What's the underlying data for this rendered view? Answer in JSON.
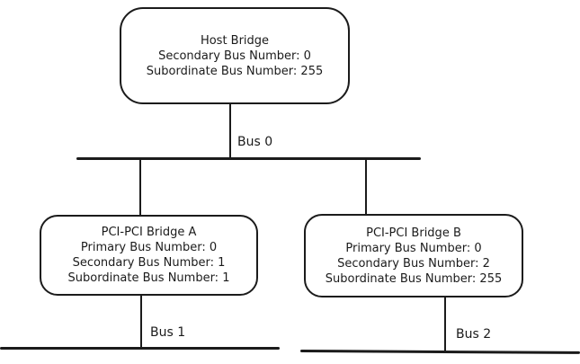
{
  "diagram": {
    "type": "pci-bus-topology",
    "colors": {
      "stroke": "#1b1b1b",
      "background": "#ffffff"
    },
    "nodes": [
      {
        "id": "host-bridge",
        "lines": [
          "Host Bridge",
          "Secondary Bus Number: 0",
          "Subordinate Bus Number: 255"
        ]
      },
      {
        "id": "pci-pci-bridge-a",
        "lines": [
          "PCI-PCI Bridge A",
          "Primary Bus Number: 0",
          "Secondary Bus Number: 1",
          "Subordinate Bus Number: 1"
        ]
      },
      {
        "id": "pci-pci-bridge-b",
        "lines": [
          "PCI-PCI Bridge B",
          "Primary Bus Number: 0",
          "Secondary Bus Number: 2",
          "Subordinate Bus Number: 255"
        ]
      }
    ],
    "buses": [
      {
        "id": "bus-0",
        "label": "Bus 0"
      },
      {
        "id": "bus-1",
        "label": "Bus 1"
      },
      {
        "id": "bus-2",
        "label": "Bus 2"
      }
    ]
  }
}
